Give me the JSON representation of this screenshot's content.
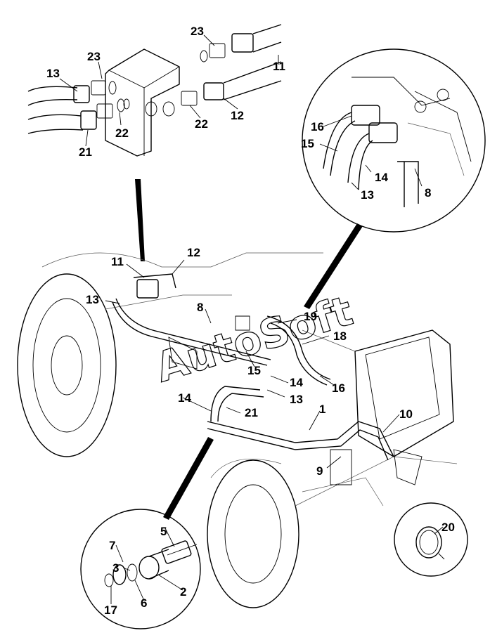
{
  "watermark": "AutoSoft",
  "callouts": {
    "top_13": "13",
    "top_23a": "23",
    "top_23b": "23",
    "top_11": "11",
    "top_12": "12",
    "top_22a": "22",
    "top_22b": "22",
    "top_21": "21",
    "rc_16": "16",
    "rc_15": "15",
    "rc_14": "14",
    "rc_13": "13",
    "rc_8": "8",
    "m_11": "11",
    "m_12": "12",
    "m_13": "13",
    "m_8": "8",
    "m_19": "19",
    "m_18": "18",
    "m_15": "15",
    "m_14a": "14",
    "m_16": "16",
    "m_13b": "13",
    "m_14b": "14",
    "m_21": "21",
    "m_1": "1",
    "m_10": "10",
    "m_9": "9",
    "bl_5": "5",
    "bl_7": "7",
    "bl_3": "3",
    "bl_2": "2",
    "bl_6": "6",
    "bl_17": "17",
    "br_20": "20"
  }
}
